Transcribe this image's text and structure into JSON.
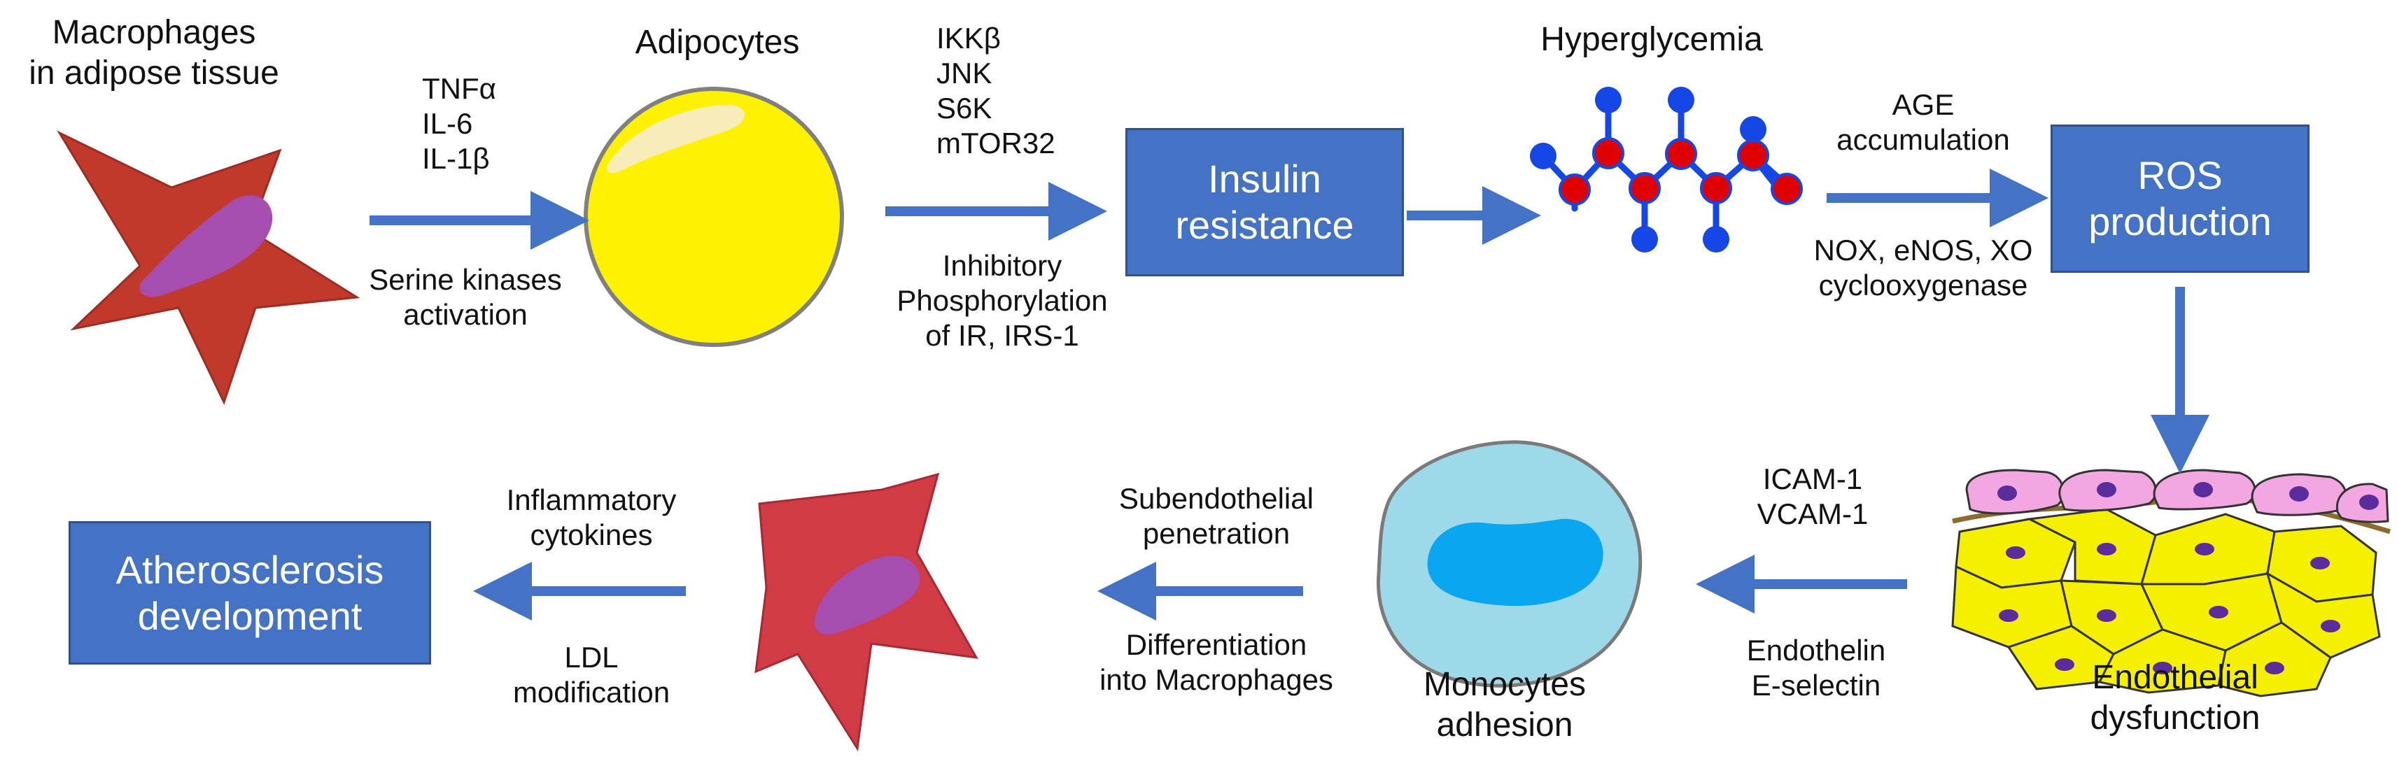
{
  "nodes": {
    "macrophages": {
      "line1": "Macrophages",
      "line2": "in adipose tissue"
    },
    "adipocytes": "Adipocytes",
    "insulin_resistance": {
      "line1": "Insulin",
      "line2": "resistance"
    },
    "hyperglycemia": "Hyperglycemia",
    "ros_production": {
      "line1": "ROS",
      "line2": "production"
    },
    "endothelial_dysfunction": {
      "line1": "Endothelial",
      "line2": "dysfunction"
    },
    "monocytes_adhesion": {
      "line1": "Monocytes",
      "line2": "adhesion"
    },
    "atherosclerosis": {
      "line1": "Atherosclerosis",
      "line2": "development"
    }
  },
  "edges": {
    "macrophages_to_adipocytes": {
      "top": [
        "TNFα",
        "IL-6",
        "IL-1β"
      ],
      "bottom": [
        "Serine kinases",
        "activation"
      ]
    },
    "adipocytes_to_insulin": {
      "top": [
        "IKKβ",
        "JNK",
        "S6K",
        "mTOR32"
      ],
      "bottom": [
        "Inhibitory",
        "Phosphorylation",
        "of IR, IRS-1"
      ]
    },
    "hyperglycemia_to_ros": {
      "top": [
        "AGE",
        "accumulation"
      ],
      "bottom": [
        "NOX, eNOS, XO",
        "cyclooxygenase"
      ]
    },
    "endothelial_to_monocytes": {
      "top": [
        "ICAM-1",
        "VCAM-1"
      ],
      "bottom": [
        "Endothelin",
        "E-selectin"
      ]
    },
    "monocytes_to_macrophage": {
      "top": [
        "Subendothelial",
        "penetration"
      ],
      "bottom": [
        "Differentiation",
        "into Macrophages"
      ]
    },
    "macrophage_to_atherosclerosis": {
      "top": [
        "Inflammatory",
        "cytokines"
      ],
      "bottom": [
        "LDL",
        "modification"
      ]
    }
  },
  "colors": {
    "box": "#4472C4",
    "arrow": "#4472C4",
    "macrophage": "#C0392B",
    "nucleus": "#A64DB0",
    "adipocyte": "#FFF200",
    "molecule_red": "#E00000",
    "molecule_blue": "#1447E6",
    "monocyte": "#9ED9EA",
    "endothelial_pink": "#F2A7E0",
    "endothelial_yellow": "#F4F000"
  }
}
